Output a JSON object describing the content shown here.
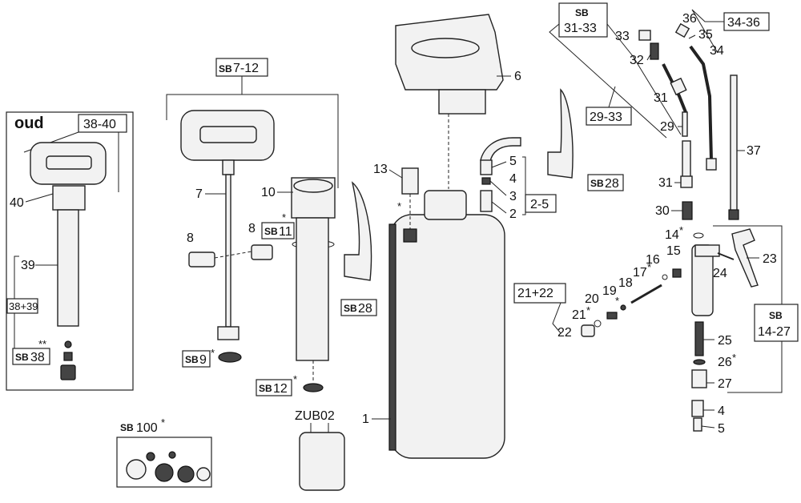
{
  "labels": {
    "oud": "oud",
    "b38_40": "38-40",
    "n40": "40",
    "n39": "39",
    "b38_39": "38+39",
    "sb38_pre": "SB",
    "sb38_num": "38",
    "sb38_star": "**",
    "sb7_pre": "SB",
    "sb7_num": "7-12",
    "n7": "7",
    "n8a": "8",
    "n8b": "8",
    "sb9_pre": "SB",
    "sb9_num": "9",
    "sb9_star": "*",
    "n10": "10",
    "sb11_pre": "SB",
    "sb11_num": "11",
    "sb11_star": "*",
    "sb12_pre": "SB",
    "sb12_num": "12",
    "sb12_star": "*",
    "zub02": "ZUB02",
    "sb100_pre": "SB",
    "sb100_num": "100",
    "sb100_star": "*",
    "sb28a_pre": "SB",
    "sb28a_num": "28",
    "n13": "13",
    "n13_star": "*",
    "n1": "1",
    "n6": "6",
    "n5a": "5",
    "n4a": "4",
    "n3": "3",
    "n2": "2",
    "b2_5": "2-5",
    "sb28b_pre": "SB",
    "sb28b_num": "28",
    "sb31_pre": "SB",
    "sb31_num": "31-33",
    "n33": "33",
    "n32": "32",
    "n31a": "31",
    "b29_33": "29-33",
    "n29": "29",
    "n31b": "31",
    "n30": "30",
    "n36": "36",
    "n35": "35",
    "n34": "34",
    "b34_36": "34-36",
    "n37": "37",
    "n14": "14",
    "n14_star": "*",
    "n15": "15",
    "n16": "16",
    "n17": "17",
    "n17_star": "*",
    "n18": "18",
    "n19": "19",
    "n19_star": "*",
    "n20": "20",
    "n21": "21",
    "n21_star": "*",
    "n22": "22",
    "b21_22": "21+22",
    "n23": "23",
    "n24": "24",
    "n25": "25",
    "n26": "26",
    "n26_star": "*",
    "n27": "27",
    "n4b": "4",
    "n5b": "5",
    "sb14_pre": "SB",
    "sb14_num": "14-27"
  }
}
